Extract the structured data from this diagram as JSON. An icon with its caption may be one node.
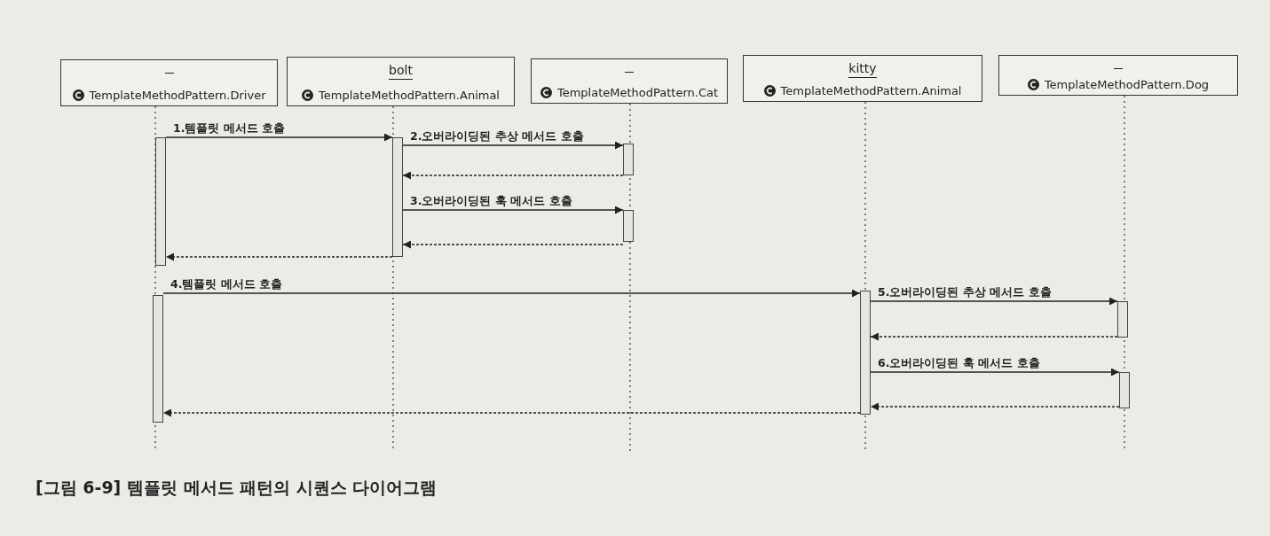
{
  "diagram": {
    "caption": "[그림 6-9] 템플릿 메서드 패턴의 시퀀스 다이어그램",
    "nodes": [
      {
        "text": [
          "TemplateMethodPattern.Driver"
        ]
      },
      {
        "text": [
          "bolt",
          "TemplateMethodPattern.Animal"
        ]
      },
      {
        "text": [
          "TemplateMethodPattern.Cat"
        ]
      },
      {
        "text": [
          "kitty",
          "TemplateMethodPattern.Animal"
        ]
      },
      {
        "text": [
          "TemplateMethodPattern.Dog"
        ]
      },
      {
        "text": [],
        "shape": "bar"
      },
      {
        "text": [],
        "shape": "bar"
      },
      {
        "text": [],
        "shape": "bar"
      },
      {
        "text": [],
        "shape": "bar"
      },
      {
        "text": [],
        "shape": "bar"
      },
      {
        "text": [],
        "shape": "bar"
      },
      {
        "text": [],
        "shape": "bar"
      },
      {
        "text": [],
        "shape": "bar"
      }
    ],
    "edges": [
      {
        "from": 5,
        "to": 6,
        "arrow": "to",
        "label": "1.템플릿 메서드 호출"
      },
      {
        "from": 6,
        "to": 7,
        "arrow": "to",
        "label": "2.오버라이딩된 추상 메서드 호출"
      },
      {
        "from": 7,
        "to": 6,
        "arrow": "to",
        "style": "dashed"
      },
      {
        "from": 6,
        "to": 8,
        "arrow": "to",
        "label": "3.오버라이딩된 훅 메서드 호출"
      },
      {
        "from": 8,
        "to": 6,
        "arrow": "to",
        "style": "dashed"
      },
      {
        "from": 6,
        "to": 5,
        "arrow": "to",
        "style": "dashed"
      },
      {
        "from": 9,
        "to": 10,
        "arrow": "to",
        "label": "4.템플릿 메서드 호출"
      },
      {
        "from": 10,
        "to": 11,
        "arrow": "to",
        "label": "5.오버라이딩된 추상 메서드 호출"
      },
      {
        "from": 11,
        "to": 10,
        "arrow": "to",
        "style": "dashed"
      },
      {
        "from": 10,
        "to": 12,
        "arrow": "to",
        "label": "6.오버라이딩된 훅 메서드 호출"
      },
      {
        "from": 12,
        "to": 10,
        "arrow": "to",
        "style": "dashed"
      },
      {
        "from": 10,
        "to": 9,
        "arrow": "to",
        "style": "dashed"
      }
    ]
  }
}
